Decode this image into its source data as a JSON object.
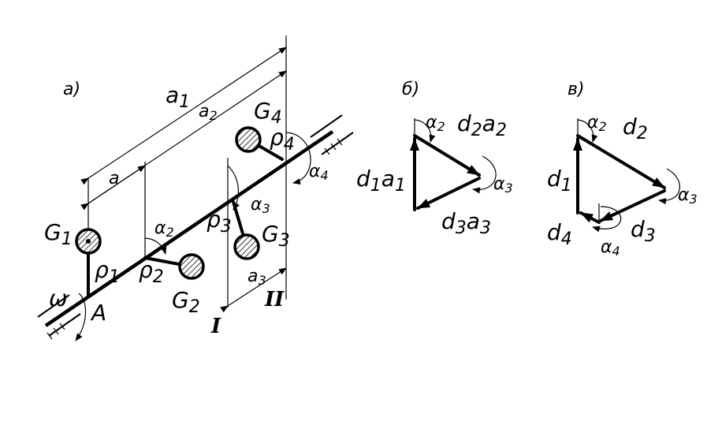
{
  "panels": {
    "a": "а)",
    "b": "б)",
    "v": "в)"
  },
  "dims": {
    "a1": "a",
    "a1_sub": "1",
    "a2": "a",
    "a2_sub": "2",
    "a": "a",
    "a3": "a",
    "a3_sub": "3"
  },
  "masses": [
    {
      "g": "G",
      "sub": "1"
    },
    {
      "g": "G",
      "sub": "2"
    },
    {
      "g": "G",
      "sub": "3"
    },
    {
      "g": "G",
      "sub": "4"
    }
  ],
  "radii": [
    {
      "p": "ρ",
      "sub": "1"
    },
    {
      "p": "ρ",
      "sub": "2"
    },
    {
      "p": "ρ",
      "sub": "3"
    },
    {
      "p": "ρ",
      "sub": "4"
    }
  ],
  "angles": {
    "a2": "α",
    "a2_sub": "2",
    "a3": "α",
    "a3_sub": "3",
    "a4": "α",
    "a4_sub": "4"
  },
  "omega": "ω",
  "point_a": "A",
  "planes": {
    "one": "I",
    "two": "II"
  },
  "tri_b": {
    "d1a1": "d",
    "d1a1_s1": "1",
    "d1a1_t": "a",
    "d1a1_s2": "1",
    "d2a2": "d",
    "d2a2_s1": "2",
    "d2a2_t": "a",
    "d2a2_s2": "2",
    "d3a3": "d",
    "d3a3_s1": "3",
    "d3a3_t": "a",
    "d3a3_s2": "3",
    "alpha2": "α",
    "alpha2_sub": "2",
    "alpha3": "α",
    "alpha3_sub": "3"
  },
  "tri_v": {
    "d1": "d",
    "d1_sub": "1",
    "d2": "d",
    "d2_sub": "2",
    "d3": "d",
    "d3_sub": "3",
    "d4": "d",
    "d4_sub": "4",
    "alpha2": "α",
    "alpha2_sub": "2",
    "alpha3": "α",
    "alpha3_sub": "3",
    "alpha4": "α",
    "alpha4_sub": "4"
  }
}
